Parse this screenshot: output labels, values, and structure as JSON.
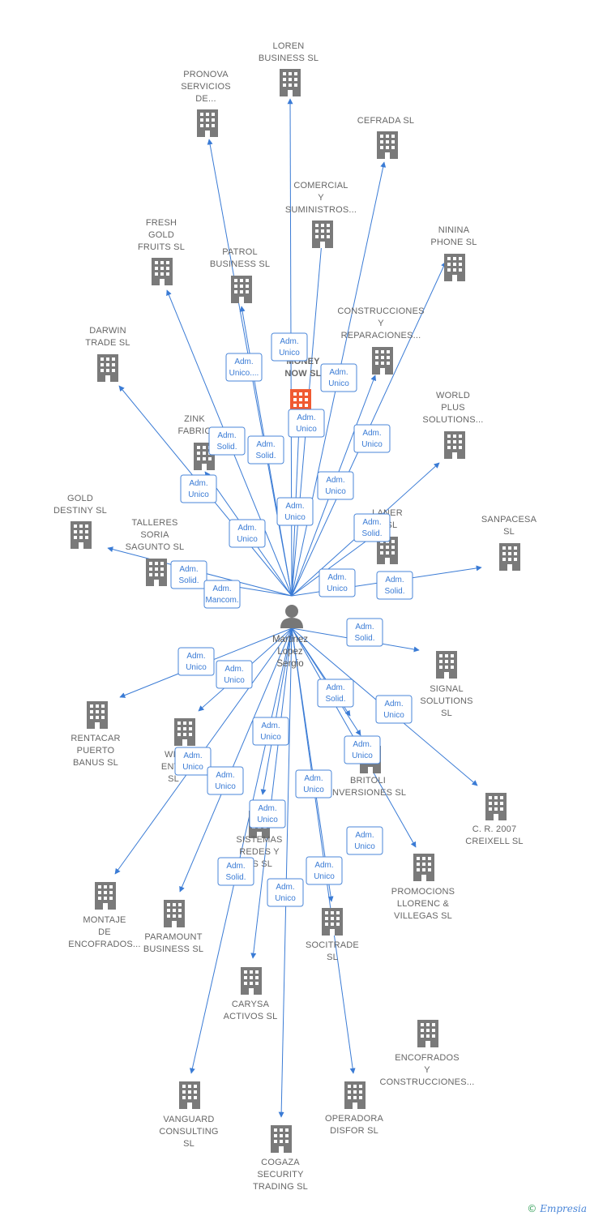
{
  "center": {
    "label": [
      "Martinez",
      "Lopez",
      "Sergio"
    ]
  },
  "footer": {
    "copyright": "©",
    "brand": "Empresia"
  },
  "colors": {
    "edge": "#3a7bd5",
    "building": "#7a7a7a",
    "highlight": "#f05a32",
    "text": "#666666"
  },
  "nodes": [
    {
      "id": "loren",
      "label": [
        "LOREN",
        "BUSINESS  SL"
      ]
    },
    {
      "id": "pronova",
      "label": [
        "PRONOVA",
        "SERVICIOS",
        "DE..."
      ]
    },
    {
      "id": "cefrada",
      "label": [
        "CEFRADA SL"
      ]
    },
    {
      "id": "comercial",
      "label": [
        "COMERCIAL",
        "Y",
        "SUMINISTROS..."
      ]
    },
    {
      "id": "fresh",
      "label": [
        "FRESH",
        "GOLD",
        "FRUITS  SL"
      ]
    },
    {
      "id": "patrol",
      "label": [
        "PATROL",
        "BUSINESS  SL"
      ]
    },
    {
      "id": "ninina",
      "label": [
        "NININA",
        "PHONE  SL"
      ]
    },
    {
      "id": "construcciones",
      "label": [
        "CONSTRUCCIONES",
        "Y",
        "REPARACIONES..."
      ]
    },
    {
      "id": "darwin",
      "label": [
        "DARWIN",
        "TRADE  SL"
      ]
    },
    {
      "id": "money",
      "label": [
        "E",
        "MONEY",
        "NOW  SL"
      ],
      "highlight": true
    },
    {
      "id": "world",
      "label": [
        "WORLD",
        "PLUS",
        "SOLUTIONS..."
      ]
    },
    {
      "id": "zink",
      "label": [
        "ZINK",
        "FABRIC"
      ]
    },
    {
      "id": "gold",
      "label": [
        "GOLD",
        "DESTINY  SL"
      ]
    },
    {
      "id": "laner",
      "label": [
        "LANER",
        "E  SL"
      ]
    },
    {
      "id": "sanpacesa",
      "label": [
        "SANPACESA",
        "SL"
      ]
    },
    {
      "id": "talleres",
      "label": [
        "TALLERES",
        "SORIA",
        "SAGUNTO  SL"
      ]
    },
    {
      "id": "signal",
      "label": [
        "SIGNAL",
        "SOLUTIONS",
        "SL"
      ]
    },
    {
      "id": "rentacar",
      "label": [
        "RENTACAR",
        "PUERTO",
        "BANUS SL"
      ]
    },
    {
      "id": "win",
      "label": [
        "WIN",
        "ENTE",
        "SL"
      ]
    },
    {
      "id": "britoli",
      "label": [
        "BRITOLI",
        "INVERSIONES SL"
      ]
    },
    {
      "id": "creixell",
      "label": [
        "C. R. 2007",
        "CREIXELL SL"
      ]
    },
    {
      "id": "sistemas",
      "label": [
        "SISTEMAS",
        "REDES Y",
        "ES  SL"
      ]
    },
    {
      "id": "promocions",
      "label": [
        "PROMOCIONS",
        "LLORENC &",
        "VILLEGAS SL"
      ]
    },
    {
      "id": "montaje",
      "label": [
        "MONTAJE",
        "DE",
        "ENCOFRADOS..."
      ]
    },
    {
      "id": "paramount",
      "label": [
        "PARAMOUNT",
        "BUSINESS SL"
      ]
    },
    {
      "id": "socitrade",
      "label": [
        "SOCITRADE",
        "SL"
      ]
    },
    {
      "id": "carysa",
      "label": [
        "CARYSA",
        "ACTIVOS  SL"
      ]
    },
    {
      "id": "encofrados",
      "label": [
        "ENCOFRADOS",
        "Y",
        "CONSTRUCCIONES..."
      ]
    },
    {
      "id": "vanguard",
      "label": [
        "VANGUARD",
        "CONSULTING",
        "SL"
      ]
    },
    {
      "id": "operadora",
      "label": [
        "OPERADORA",
        "DISFOR  SL"
      ]
    },
    {
      "id": "cogaza",
      "label": [
        "COGAZA",
        "SECURITY",
        "TRADING SL"
      ]
    }
  ],
  "roles": [
    {
      "id": "r_patrol",
      "lines": [
        "Adm.",
        "Unico...."
      ]
    },
    {
      "id": "r_loren",
      "lines": [
        "Adm.",
        "Unico"
      ]
    },
    {
      "id": "r_cefrada",
      "lines": [
        "Adm.",
        "Unico"
      ]
    },
    {
      "id": "r_money",
      "lines": [
        "Adm.",
        "Unico"
      ]
    },
    {
      "id": "r_zink",
      "lines": [
        "Adm.",
        "Solid."
      ]
    },
    {
      "id": "r_pronova",
      "lines": [
        "Adm.",
        "Solid."
      ]
    },
    {
      "id": "r_ninina",
      "lines": [
        "Adm.",
        "Unico"
      ]
    },
    {
      "id": "r_darwin",
      "lines": [
        "Adm.",
        "Unico"
      ]
    },
    {
      "id": "r_construcciones",
      "lines": [
        "Adm.",
        "Unico"
      ]
    },
    {
      "id": "r_comercial",
      "lines": [
        "Adm.",
        "Unico"
      ]
    },
    {
      "id": "r_laner",
      "lines": [
        "Adm.",
        "Solid."
      ]
    },
    {
      "id": "r_fresh",
      "lines": [
        "Adm.",
        "Unico"
      ]
    },
    {
      "id": "r_talleres",
      "lines": [
        "Adm.",
        "Solid."
      ]
    },
    {
      "id": "r_gold",
      "lines": [
        "Adm.",
        "Mancom."
      ]
    },
    {
      "id": "r_world",
      "lines": [
        "Adm.",
        "Unico"
      ]
    },
    {
      "id": "r_sanpacesa",
      "lines": [
        "Adm.",
        "Solid."
      ]
    },
    {
      "id": "r_signal",
      "lines": [
        "Adm.",
        "Solid."
      ]
    },
    {
      "id": "r_rentacar",
      "lines": [
        "Adm.",
        "Unico"
      ]
    },
    {
      "id": "r_win",
      "lines": [
        "Adm.",
        "Unico"
      ]
    },
    {
      "id": "r_britoli",
      "lines": [
        "Adm.",
        "Solid."
      ]
    },
    {
      "id": "r_creixell",
      "lines": [
        "Adm.",
        "Unico"
      ]
    },
    {
      "id": "r_sistemas",
      "lines": [
        "Adm.",
        "Unico"
      ]
    },
    {
      "id": "r_britoli2",
      "lines": [
        "Adm.",
        "Unico"
      ]
    },
    {
      "id": "r_montaje",
      "lines": [
        "Adm.",
        "Unico"
      ]
    },
    {
      "id": "r_paramount",
      "lines": [
        "Adm.",
        "Unico"
      ]
    },
    {
      "id": "r_socitrade",
      "lines": [
        "Adm.",
        "Unico"
      ]
    },
    {
      "id": "r_carysa",
      "lines": [
        "Adm.",
        "Unico"
      ]
    },
    {
      "id": "r_promocions",
      "lines": [
        "Adm.",
        "Unico"
      ]
    },
    {
      "id": "r_vanguard",
      "lines": [
        "Adm.",
        "Solid."
      ]
    },
    {
      "id": "r_operadora",
      "lines": [
        "Adm.",
        "Unico"
      ]
    },
    {
      "id": "r_cogaza",
      "lines": [
        "Adm.",
        "Unico"
      ]
    }
  ]
}
